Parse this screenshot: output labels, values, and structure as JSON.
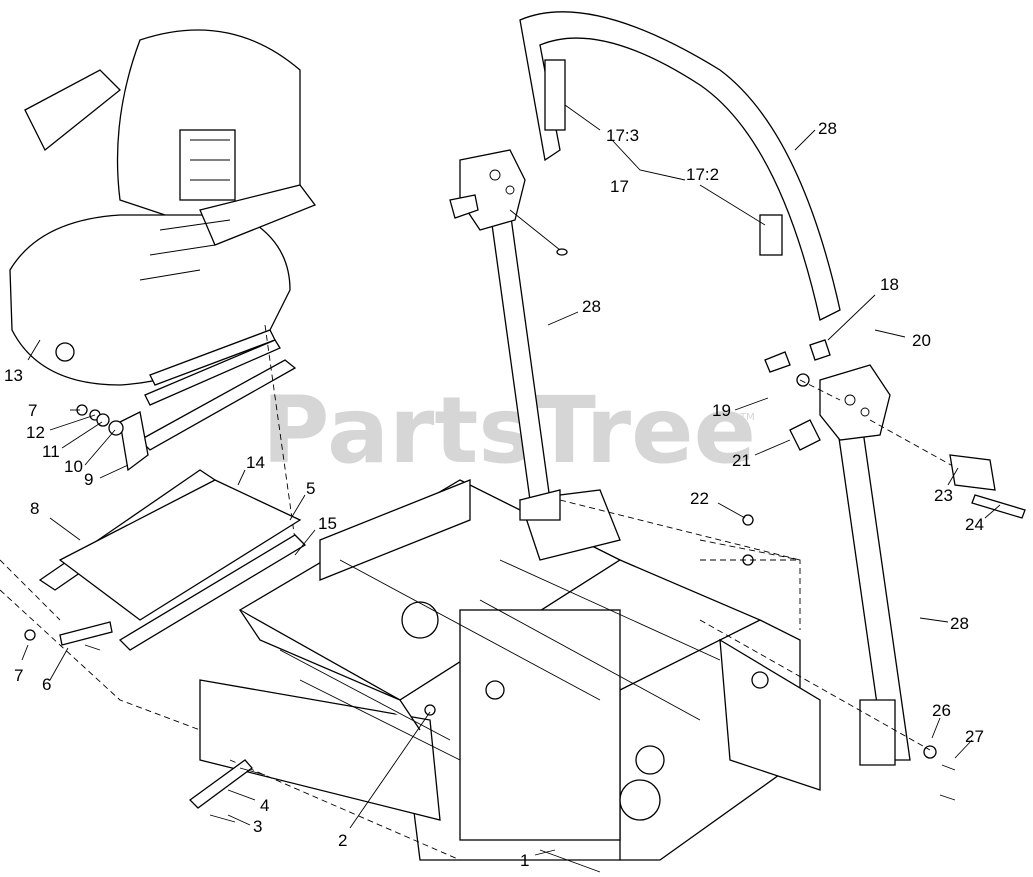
{
  "watermark": {
    "text": "PartsTree",
    "mark": "TM"
  },
  "callouts": [
    "13",
    "7",
    "12",
    "11",
    "10",
    "9",
    "14",
    "5",
    "15",
    "8",
    "7",
    "6",
    "17:3",
    "17",
    "17:2",
    "28",
    "28",
    "18",
    "20",
    "19",
    "21",
    "22",
    "23",
    "24",
    "28",
    "26",
    "27",
    "4",
    "3",
    "2",
    "1"
  ]
}
